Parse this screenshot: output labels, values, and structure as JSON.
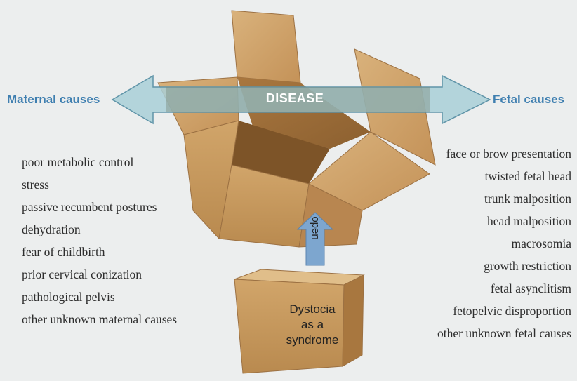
{
  "labels": {
    "maternal": "Maternal causes",
    "fetal": "Fetal causes",
    "disease": "DISEASE",
    "open": "open"
  },
  "box_label": [
    "Dystocia",
    "as a",
    "syndrome"
  ],
  "maternal_causes": [
    "poor metabolic control",
    "stress",
    "passive recumbent postures",
    "dehydration",
    "fear of childbirth",
    "prior cervical conization",
    "pathological pelvis",
    "other unknown maternal causes"
  ],
  "fetal_causes": [
    "face or brow presentation",
    "twisted fetal head",
    "trunk malposition",
    "head malposition",
    "macrosomia",
    "growth restriction",
    "fetal asynclitism",
    "fetopelvic disproportion",
    "other unknown fetal causes"
  ],
  "colors": {
    "background": "#eceeee",
    "label_blue": "#3f7fb0",
    "arrow_fill": "#a9cfd7",
    "cardboard": "#c9a06b",
    "open_arrow": "#7da6cf"
  }
}
